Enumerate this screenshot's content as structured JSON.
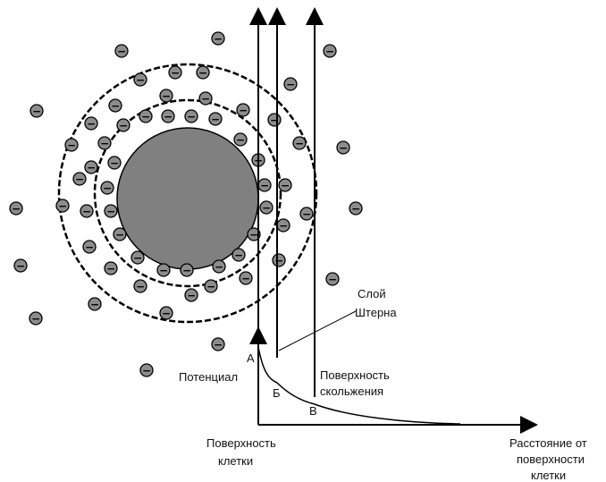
{
  "labels": {
    "stern_layer": [
      "Слой",
      "Штерна"
    ],
    "potential": "Потенциал",
    "slip_surface": [
      "Поверхность",
      "скольжения"
    ],
    "cell_surface": [
      "Поверхность",
      "клетки"
    ],
    "distance": [
      "Расстояние от",
      "поверхности",
      "клетки"
    ],
    "point_a": "А",
    "point_b": "Б",
    "point_v": "В"
  },
  "ion_symbol": "−",
  "colors": {
    "cell": "#808080",
    "ion_fill": "#8c8c8c",
    "line": "#000000"
  }
}
